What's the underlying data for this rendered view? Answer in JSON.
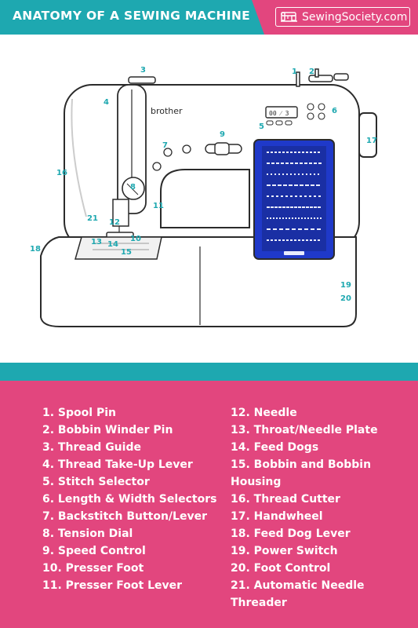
{
  "header": {
    "title": "ANATOMY OF A SEWING MACHINE",
    "brand": "SewingSociety.com",
    "brand_icon": "sewing-machine-icon"
  },
  "callouts": {
    "c1": "1",
    "c2": "2",
    "c3": "3",
    "c4": "4",
    "c5": "5",
    "c6": "6",
    "c7": "7",
    "c8": "8",
    "c9": "9",
    "c10": "10",
    "c11": "11",
    "c12": "12",
    "c13": "13",
    "c14": "14",
    "c15": "15",
    "c16": "16",
    "c17": "17",
    "c18": "18",
    "c19": "19",
    "c20": "20",
    "c21": "21"
  },
  "machine": {
    "logo": "brother",
    "display": "00 ⁄ 3"
  },
  "parts_left": [
    "1. Spool Pin",
    "2. Bobbin Winder Pin",
    "3. Thread Guide",
    "4. Thread Take-Up Lever",
    "5. Stitch Selector",
    "6. Length & Width Selectors",
    "7. Backstitch Button/Lever",
    "8. Tension Dial",
    "9. Speed Control",
    "10. Presser Foot",
    "11. Presser Foot Lever"
  ],
  "parts_right": [
    "12. Needle",
    "13. Throat/Needle Plate",
    "14. Feed Dogs",
    "15. Bobbin and Bobbin",
    "Housing",
    "16. Thread Cutter",
    "17. Handwheel",
    "18. Feed Dog Lever",
    "19. Power Switch",
    "20. Foot Control",
    "21. Automatic Needle",
    "Threader"
  ],
  "colors": {
    "teal": "#1ea8b0",
    "pink": "#e2467e",
    "panel_blue": "#1f39c9"
  }
}
